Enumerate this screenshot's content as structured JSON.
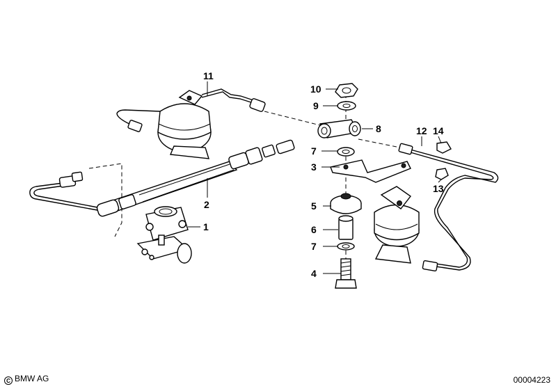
{
  "callouts": [
    {
      "id": "11",
      "label": "11"
    },
    {
      "id": "10",
      "label": "10"
    },
    {
      "id": "9",
      "label": "9"
    },
    {
      "id": "8",
      "label": "8"
    },
    {
      "id": "12",
      "label": "12"
    },
    {
      "id": "14",
      "label": "14"
    },
    {
      "id": "7a",
      "label": "7"
    },
    {
      "id": "3",
      "label": "3"
    },
    {
      "id": "13",
      "label": "13"
    },
    {
      "id": "2",
      "label": "2"
    },
    {
      "id": "5",
      "label": "5"
    },
    {
      "id": "1",
      "label": "1"
    },
    {
      "id": "6",
      "label": "6"
    },
    {
      "id": "7b",
      "label": "7"
    },
    {
      "id": "4",
      "label": "4"
    }
  ],
  "footer": {
    "copyright": "BMW AG",
    "diagram_number": "00004223"
  }
}
